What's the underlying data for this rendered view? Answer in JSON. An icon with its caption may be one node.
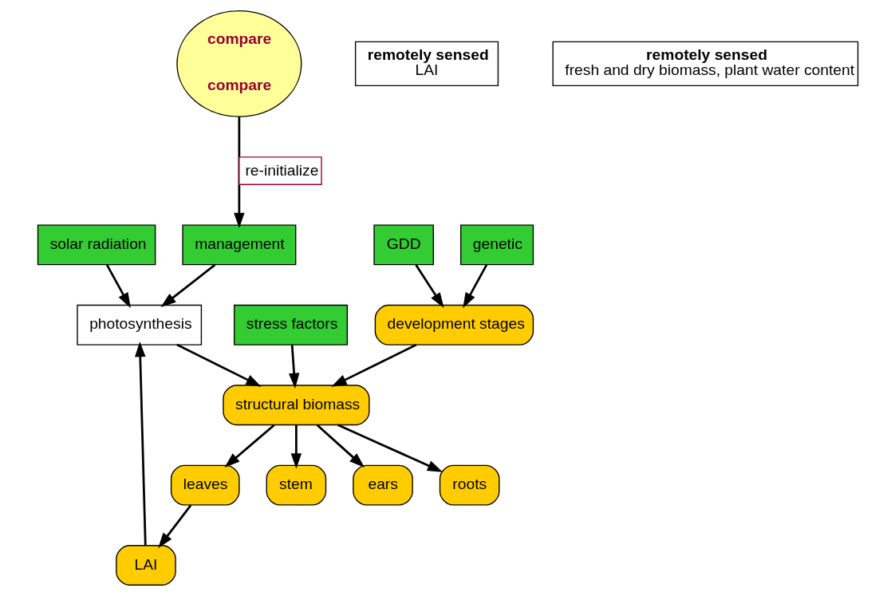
{
  "diagram": {
    "nodes": [
      {
        "text": [
          "solar radiation"
        ]
      },
      {
        "text": [
          "management"
        ]
      },
      {
        "text": [
          "photosynthesis"
        ]
      },
      {
        "text": [
          "LAI"
        ]
      },
      {
        "text": [
          "leaves"
        ]
      },
      {
        "text": [
          "stem"
        ]
      },
      {
        "text": [
          "ears"
        ]
      },
      {
        "text": [
          "roots"
        ]
      },
      {
        "text": [
          "stress factors"
        ]
      },
      {
        "text": [
          "structural biomass"
        ]
      },
      {
        "text": [
          "GDD"
        ]
      },
      {
        "text": [
          "genetic"
        ]
      },
      {
        "text": [
          "development stages"
        ]
      },
      {
        "text": [
          "compare",
          "compare"
        ]
      },
      {
        "text": [
          "**remotely sensed** LAI"
        ]
      },
      {
        "text": [
          "**remotely sensed** fresh and dry biomass, plant water content"
        ]
      }
    ],
    "edges": [
      {
        "from": 13,
        "to": 1,
        "arrow": "to",
        "label": "re-initialize"
      },
      {
        "from": 0,
        "to": 2,
        "arrow": "to"
      },
      {
        "from": 1,
        "to": 2,
        "arrow": "to"
      },
      {
        "from": 3,
        "to": 2,
        "arrow": "to"
      },
      {
        "from": 2,
        "to": 9,
        "arrow": "to"
      },
      {
        "from": 4,
        "to": 3,
        "arrow": "to"
      },
      {
        "from": 8,
        "to": 9,
        "arrow": "to"
      },
      {
        "from": 9,
        "to": 4,
        "arrow": "to"
      },
      {
        "from": 9,
        "to": 5,
        "arrow": "to"
      },
      {
        "from": 9,
        "to": 6,
        "arrow": "to"
      },
      {
        "from": 9,
        "to": 7,
        "arrow": "to"
      },
      {
        "from": 10,
        "to": 12,
        "arrow": "to"
      },
      {
        "from": 11,
        "to": 12,
        "arrow": "to"
      },
      {
        "from": 12,
        "to": 9,
        "arrow": "to"
      }
    ]
  }
}
